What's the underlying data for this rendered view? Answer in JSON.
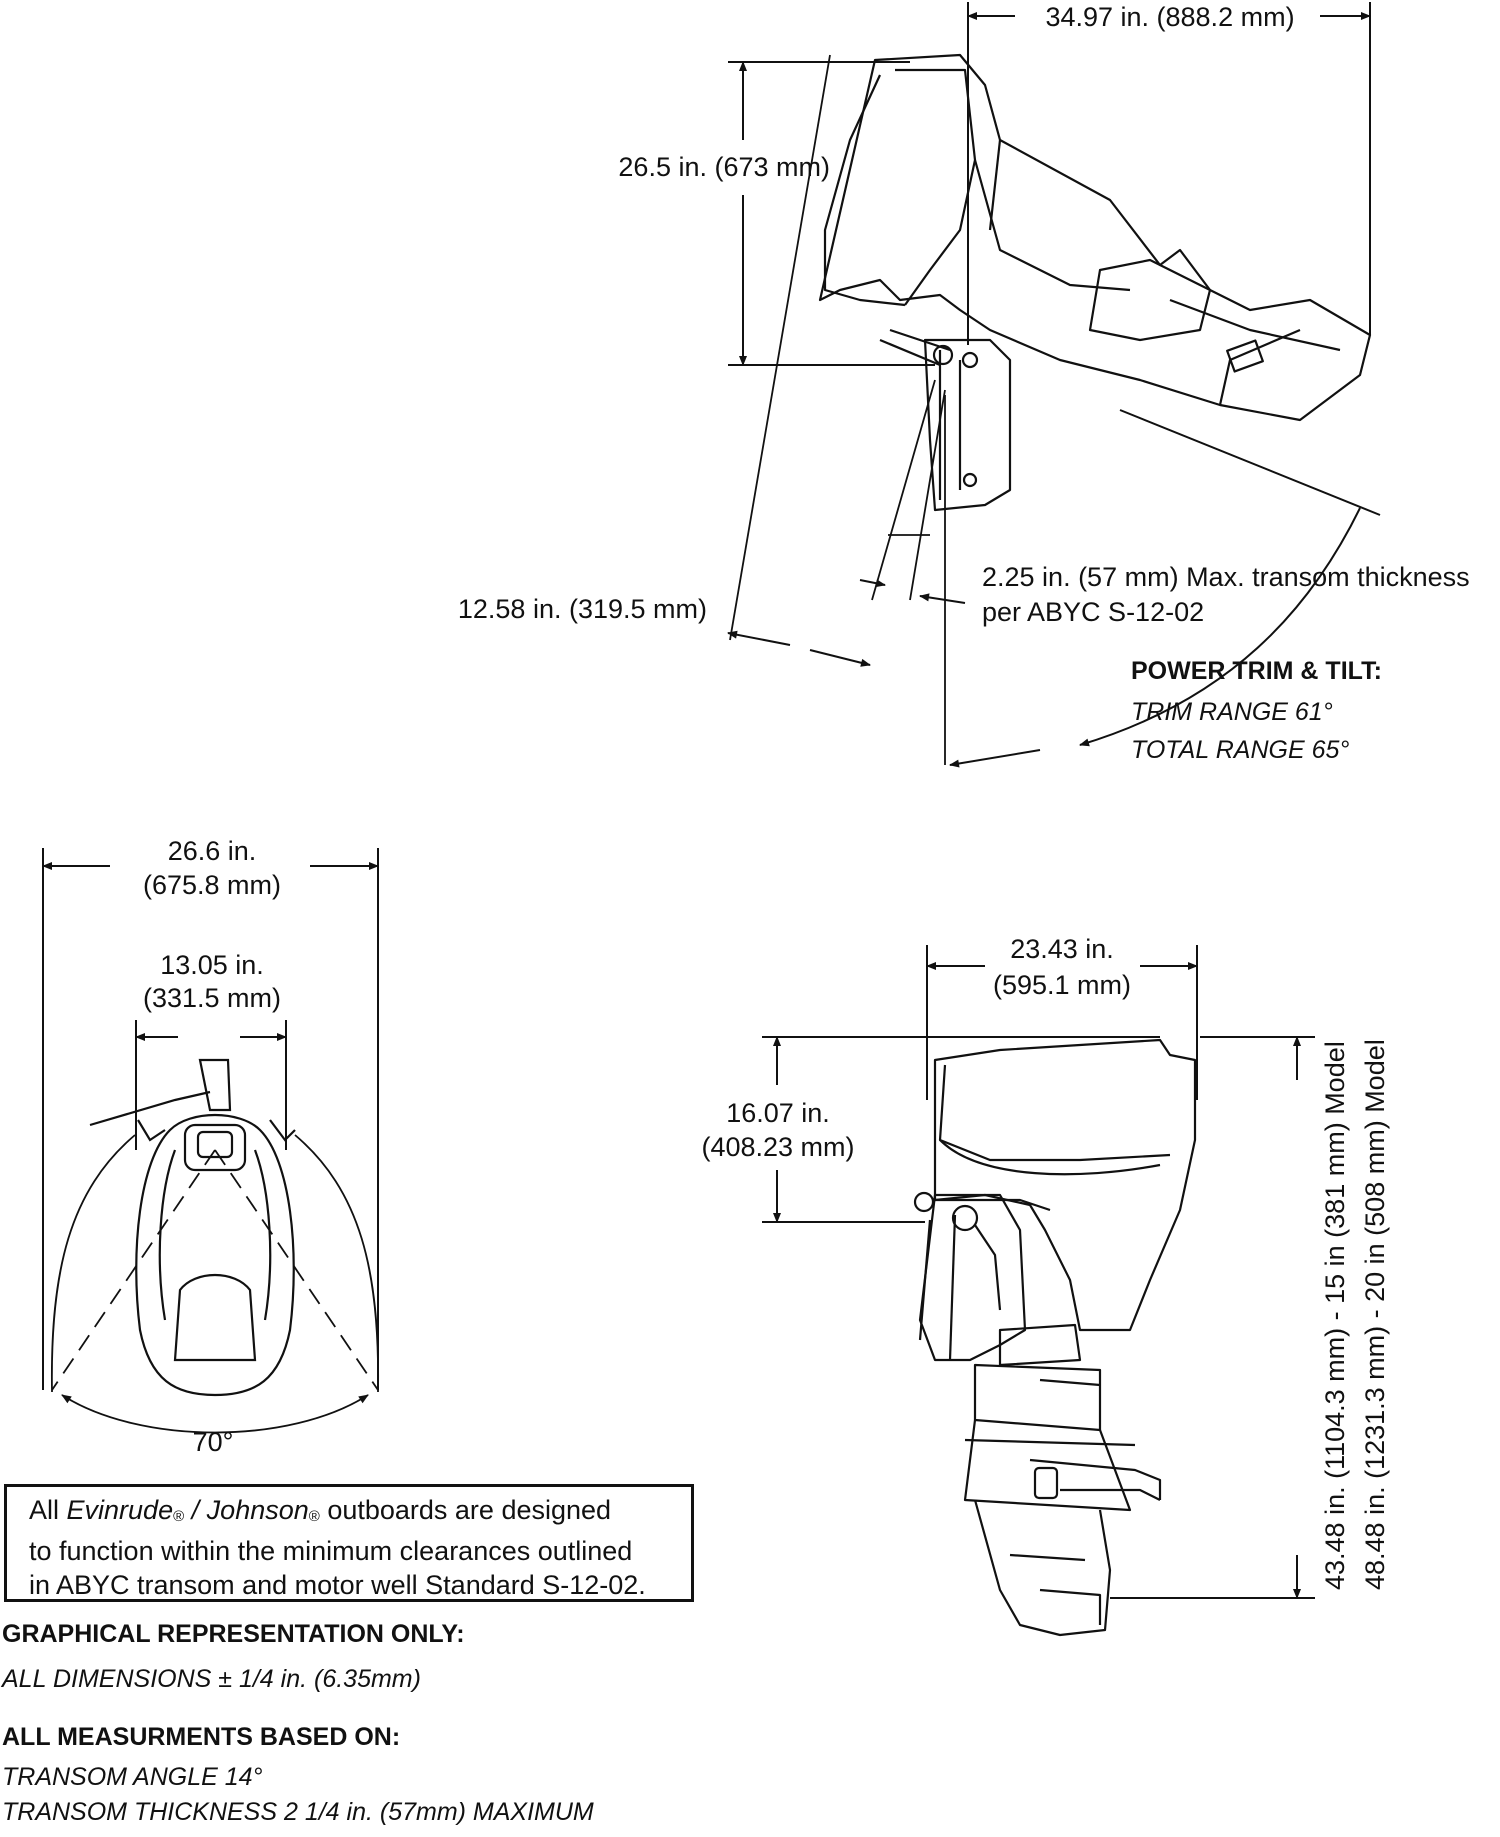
{
  "side_view_tilted": {
    "overall_length": "34.97 in. (888.2 mm)",
    "height_label": "26.5 in. (673 mm)",
    "setback_label": "12.58 in. (319.5 mm)",
    "transom_thickness_line1": "2.25 in. (57 mm) Max. transom thickness",
    "transom_thickness_line2": "per ABYC S-12-02",
    "trim_title": "POWER TRIM & TILT:",
    "trim_range": "TRIM RANGE 61°",
    "total_range": "TOTAL RANGE 65°"
  },
  "front_view": {
    "outer_width_line1": "26.6 in.",
    "outer_width_line2": "(675.8 mm)",
    "inner_width_line1": "13.05 in.",
    "inner_width_line2": "(331.5 mm)",
    "swing_angle": "70°"
  },
  "side_view_upright": {
    "width_line1": "23.43 in.",
    "width_line2": "(595.1 mm)",
    "upper_height_line1": "16.07 in.",
    "upper_height_line2": "(408.23 mm)",
    "height_15_model": "43.48 in. (1104.3 mm) - 15 in (381 mm) Model",
    "height_20_model": "48.48 in. (1231.3 mm) - 20 in (508 mm) Model"
  },
  "notice": {
    "line1_prefix": "All ",
    "brand1": "Evinrude",
    "reg_mark": "®",
    "separator": " / ",
    "brand2": "Johnson",
    "line1_suffix": " outboards are designed",
    "line2": "to function within the minimum clearances outlined",
    "line3": "in ABYC transom and motor well Standard S-12-02."
  },
  "graphical": {
    "title": "GRAPHICAL REPRESENTATION ONLY:",
    "tolerance": "ALL DIMENSIONS ± 1/4 in. (6.35mm)"
  },
  "measurement_basis": {
    "title": "ALL MEASURMENTS BASED ON:",
    "transom_angle": "TRANSOM ANGLE 14°",
    "transom_thickness": "TRANSOM THICKNESS 2 1/4 in. (57mm) MAXIMUM"
  }
}
